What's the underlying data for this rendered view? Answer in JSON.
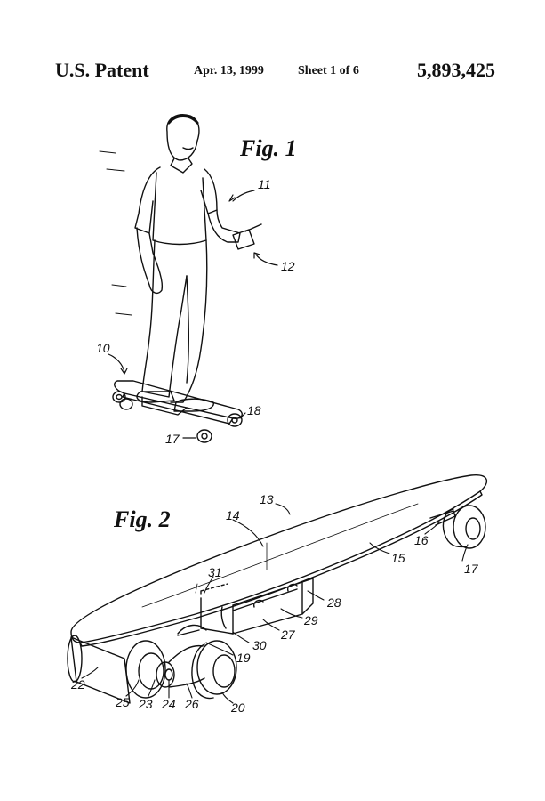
{
  "header": {
    "title": "U.S. Patent",
    "date": "Apr. 13, 1999",
    "sheet": "Sheet 1 of 6",
    "patent_number": "5,893,425"
  },
  "figures": {
    "fig1": {
      "label": "Fig. 1",
      "refs": {
        "r11": "11",
        "r12": "12",
        "r10": "10",
        "r18": "18",
        "r17": "17"
      }
    },
    "fig2": {
      "label": "Fig. 2",
      "refs": {
        "r13": "13",
        "r14": "14",
        "r16": "16",
        "r15": "15",
        "r17": "17",
        "r31": "31",
        "r28": "28",
        "r29": "29",
        "r27": "27",
        "r30": "30",
        "r19": "19",
        "r22": "22",
        "r25": "25",
        "r23": "23",
        "r24": "24",
        "r26": "26",
        "r20": "20"
      }
    }
  },
  "colors": {
    "ink": "#111111",
    "paper": "#ffffff"
  }
}
